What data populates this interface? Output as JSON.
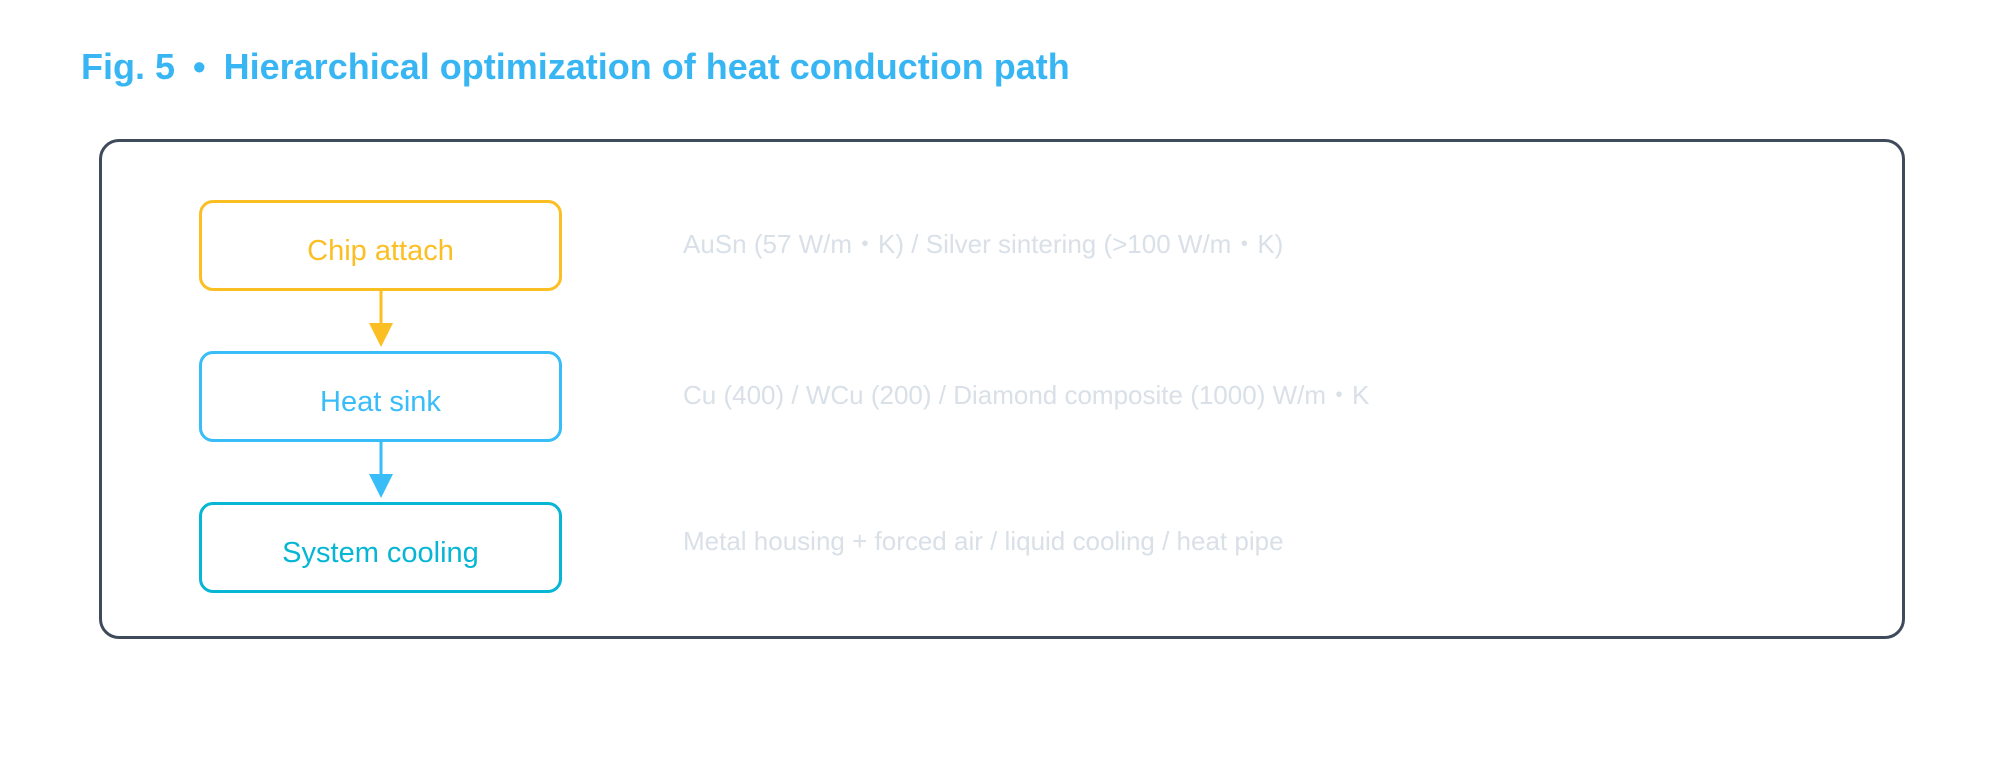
{
  "figure": {
    "label": "Fig. 5",
    "separator": "•",
    "title": "Hierarchical optimization of heat conduction path"
  },
  "steps": [
    {
      "label": "Chip attach",
      "description": "AuSn (57 W/m・K) / Silver sintering (>100 W/m・K)",
      "color": "#fbbf24"
    },
    {
      "label": "Heat sink",
      "description": "Cu (400) / WCu (200) / Diamond composite (1000) W/m・K",
      "color": "#38bdf8"
    },
    {
      "label": "System cooling",
      "description": "Metal housing + forced air / liquid cooling / heat pipe",
      "color": "#06b6d4"
    }
  ],
  "colors": {
    "title": "#38b6f4",
    "frame": "#3f4a5a",
    "description": "#d9e0e8"
  }
}
